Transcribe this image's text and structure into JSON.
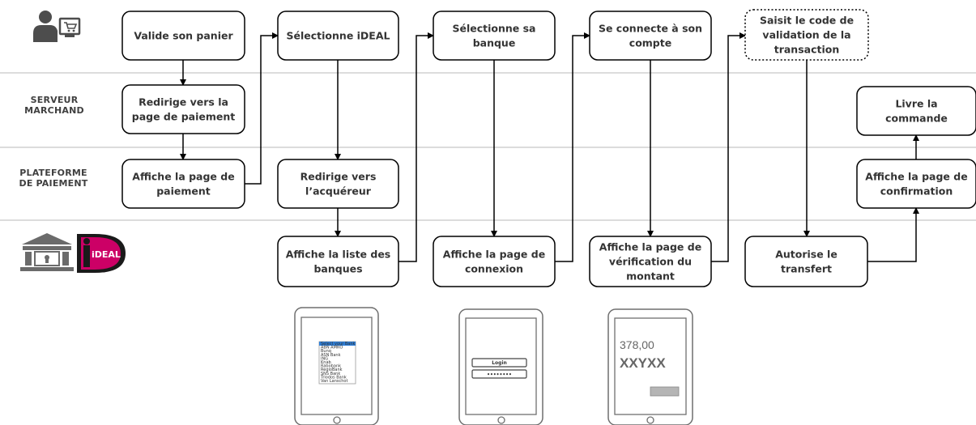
{
  "lanes": [
    {
      "id": "client",
      "label": ""
    },
    {
      "id": "merchant",
      "label_lines": [
        "SERVEUR",
        "MARCHAND"
      ]
    },
    {
      "id": "platform",
      "label_lines": [
        "PLATEFORME",
        "DE PAIEMENT"
      ]
    },
    {
      "id": "bank",
      "label": ""
    }
  ],
  "nodes": {
    "valide_panier": {
      "lines": [
        "Valide son panier"
      ]
    },
    "redirige_paiement": {
      "lines": [
        "Redirige vers la",
        "page de paiement"
      ]
    },
    "affiche_page_paiement": {
      "lines": [
        "Affiche la page de",
        "paiement"
      ]
    },
    "selectionne_ideal": {
      "lines": [
        "Sélectionne iDEAL"
      ]
    },
    "redirige_acquereur": {
      "lines": [
        "Redirige vers",
        "l’acquéreur"
      ]
    },
    "affiche_liste_banques": {
      "lines": [
        "Affiche la liste des",
        "banques"
      ]
    },
    "selectionne_banque": {
      "lines": [
        "Sélectionne sa",
        "banque"
      ]
    },
    "affiche_page_connexion": {
      "lines": [
        "Affiche la page de",
        "connexion"
      ]
    },
    "connecte_compte": {
      "lines": [
        "Se connecte à son",
        "compte"
      ]
    },
    "affiche_verification": {
      "lines": [
        "Affiche la page de",
        "vérification du",
        "montant"
      ]
    },
    "saisit_code": {
      "lines": [
        "Saisit le code de",
        "validation de la",
        "transaction"
      ]
    },
    "autorise_transfert": {
      "lines": [
        "Autorise le",
        "transfert"
      ]
    },
    "affiche_confirmation": {
      "lines": [
        "Affiche la page de",
        "confirmation"
      ]
    },
    "livre_commande": {
      "lines": [
        "Livre la",
        "commande"
      ]
    }
  },
  "edges": [
    {
      "from": "valide_panier",
      "to": "redirige_paiement"
    },
    {
      "from": "redirige_paiement",
      "to": "affiche_page_paiement"
    },
    {
      "from": "affiche_page_paiement",
      "to": "selectionne_ideal"
    },
    {
      "from": "selectionne_ideal",
      "to": "redirige_acquereur"
    },
    {
      "from": "redirige_acquereur",
      "to": "affiche_liste_banques"
    },
    {
      "from": "affiche_liste_banques",
      "to": "selectionne_banque"
    },
    {
      "from": "selectionne_banque",
      "to": "affiche_page_connexion"
    },
    {
      "from": "affiche_page_connexion",
      "to": "connecte_compte"
    },
    {
      "from": "connecte_compte",
      "to": "affiche_verification"
    },
    {
      "from": "affiche_verification",
      "to": "saisit_code"
    },
    {
      "from": "saisit_code",
      "to": "autorise_transfert"
    },
    {
      "from": "autorise_transfert",
      "to": "affiche_confirmation"
    },
    {
      "from": "affiche_confirmation",
      "to": "livre_commande"
    }
  ],
  "logos": {
    "client_icon": "shopper-at-computer-icon",
    "bank_icon": "bank-building-icon",
    "ideal_logo": {
      "text": "iDEAL",
      "color": "#cc0066"
    }
  },
  "tablets": {
    "bank_list": {
      "options": [
        "Select your Bank",
        "ABN AMRO",
        "Bunq",
        "ASN Bank",
        "ING",
        "Knab",
        "Rabobank",
        "RegioBank",
        "SNS Bank",
        "Triodos Bank",
        "Van Lanschot"
      ]
    },
    "login": {
      "login_label": "Login",
      "password_mask": "••••••••"
    },
    "verification": {
      "amount": "378,00",
      "code": "XXYXX"
    }
  },
  "colors": {
    "accent_blue": "#2f7fd8",
    "ideal_pink": "#cc0066",
    "icon_grey": "#4d4d4d"
  }
}
